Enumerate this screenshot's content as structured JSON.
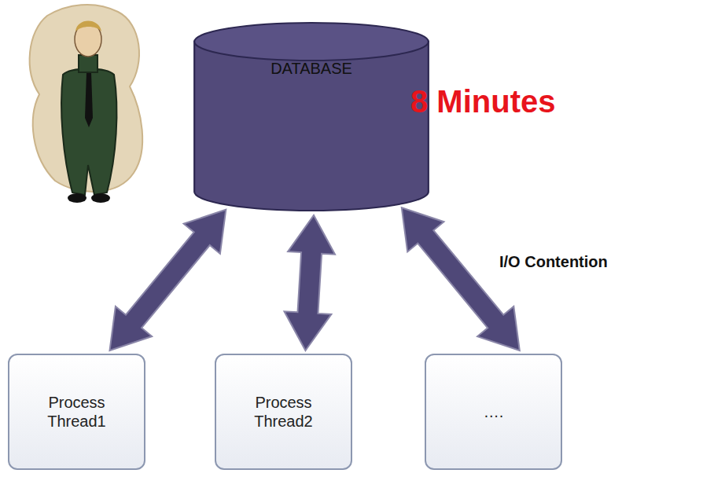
{
  "diagram": {
    "nodes": [
      {
        "text": [
          "DATABASE"
        ]
      },
      {
        "text": [
          "Process Thread1"
        ]
      },
      {
        "text": [
          "Process Thread2"
        ]
      },
      {
        "text": [
          "…."
        ]
      }
    ],
    "edges": [
      {
        "from": 1,
        "to": 0,
        "arrow": "both"
      },
      {
        "from": 2,
        "to": 0,
        "arrow": "both"
      },
      {
        "from": 3,
        "to": 0,
        "arrow": "both"
      }
    ],
    "labels": [
      "8 Minutes",
      "I/O Contention"
    ]
  }
}
